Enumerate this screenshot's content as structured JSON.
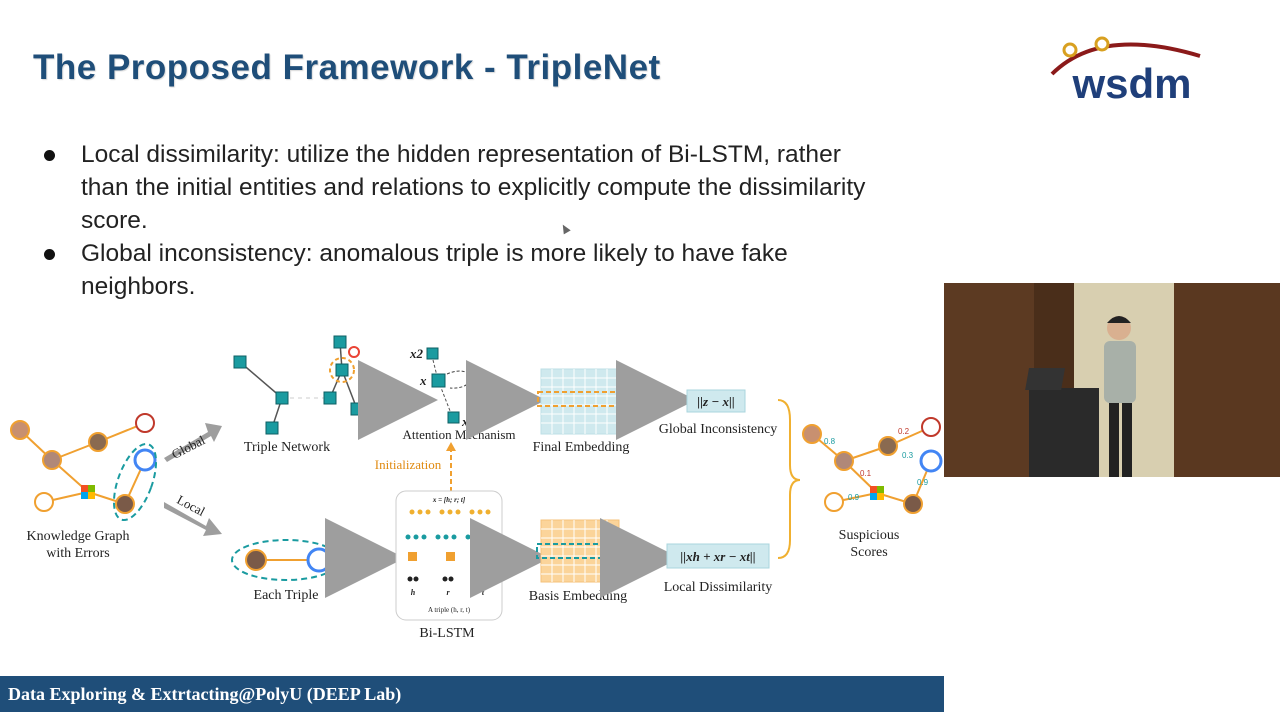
{
  "slide": {
    "title": "The Proposed Framework - TripleNet",
    "logo_text": "wsdm",
    "bullets": [
      "Local dissimilarity: utilize the hidden representation of Bi-LSTM, rather than the initial entities and relations to explicitly compute the dissimilarity score.",
      "Global inconsistency: anomalous triple is more likely to have fake neighbors."
    ],
    "footer": "Data Exploring & Extrtacting@PolyU (DEEP Lab)"
  },
  "diagram": {
    "kg_label_1": "Knowledge Graph",
    "kg_label_2": "with Errors",
    "global_tag": "Global",
    "local_tag": "Local",
    "triple_network": "Triple Network",
    "attention": "Attention Mechanism",
    "final_embedding": "Final Embedding",
    "global_inconsistency": "Global Inconsistency",
    "global_formula": "||z − x||",
    "initialization": "Initialization",
    "each_triple": "Each Triple",
    "bilstm": "Bi-LSTM",
    "bilstm_formula": "x = [h; r; t]",
    "bilstm_triple": "A triple (h, r, t)",
    "basis_embedding": "Basis Embedding",
    "local_dissimilarity": "Local Dissimilarity",
    "local_formula": "||xh + xr − xt||",
    "suspicious_1": "Suspicious",
    "suspicious_2": "Scores",
    "x2": "x2",
    "x": "x",
    "x1": "x1",
    "z": "z",
    "x_basis": "x",
    "node_h": "h",
    "node_r": "r",
    "node_t": "t",
    "score_08": "0.8",
    "score_02": "0.2",
    "score_01": "0.1",
    "score_03": "0.3",
    "score_09a": "0.9",
    "score_09b": "0.9"
  },
  "colors": {
    "title": "#1f4e79",
    "footer": "#1f4e79",
    "teal": "#1a9ba0",
    "orange": "#f0a030",
    "arrow": "#9e9e9e"
  }
}
